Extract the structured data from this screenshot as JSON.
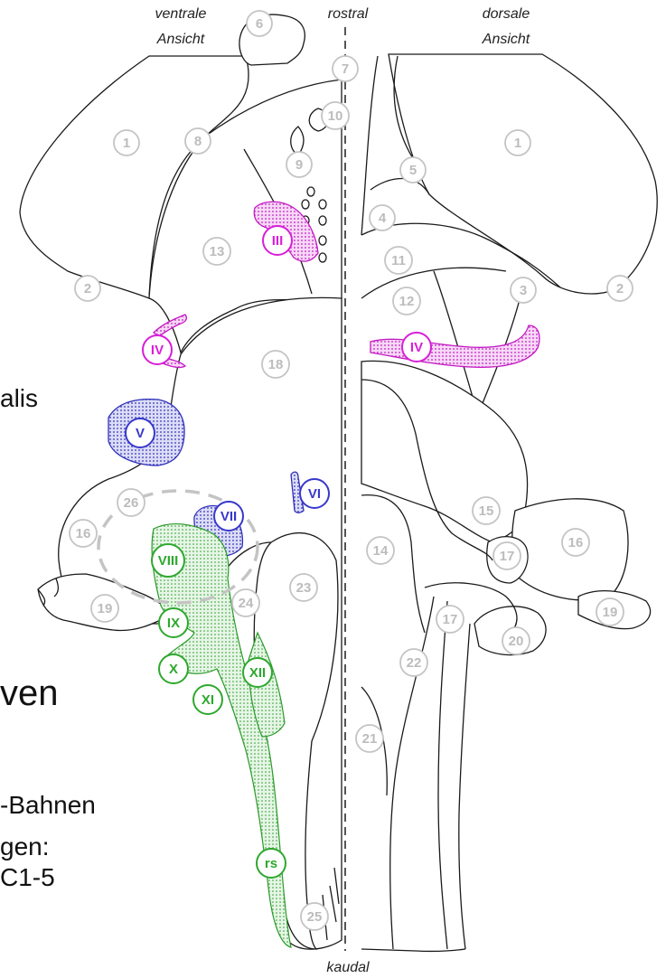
{
  "header": {
    "left_view": [
      "ventrale",
      "Ansicht"
    ],
    "center_top": "rostral",
    "right_view": [
      "dorsale",
      "Ansicht"
    ],
    "center_bottom": "kaudal"
  },
  "side_text": {
    "line1": "alis",
    "big": "ven",
    "line2": "-Bahnen",
    "line3": "gen:",
    "line4": "C1-5"
  },
  "regions_left": [
    "6",
    "7",
    "10",
    "1",
    "8",
    "9",
    "13",
    "2",
    "18",
    "26",
    "16",
    "19",
    "24",
    "23",
    "25"
  ],
  "regions_right": [
    "1",
    "5",
    "4",
    "11",
    "12",
    "3",
    "2",
    "15",
    "16",
    "14",
    "17",
    "17",
    "19",
    "20",
    "22",
    "21"
  ],
  "cranial_nerves": [
    {
      "label": "III",
      "color": "#d81fd8"
    },
    {
      "label": "IV",
      "color": "#d81fd8"
    },
    {
      "label": "IV",
      "color": "#d81fd8"
    },
    {
      "label": "V",
      "color": "#3838cc"
    },
    {
      "label": "VI",
      "color": "#3838cc"
    },
    {
      "label": "VII",
      "color": "#3838cc"
    },
    {
      "label": "VIII",
      "color": "#2ea82e"
    },
    {
      "label": "IX",
      "color": "#2ea82e"
    },
    {
      "label": "X",
      "color": "#2ea82e"
    },
    {
      "label": "XI",
      "color": "#2ea82e"
    },
    {
      "label": "XII",
      "color": "#2ea82e"
    },
    {
      "label": "rs",
      "color": "#2ea82e"
    }
  ],
  "colors": {
    "magenta": "#d81fd8",
    "blue": "#3838cc",
    "green": "#2ea82e",
    "number_grey": "#bcbcbc"
  }
}
